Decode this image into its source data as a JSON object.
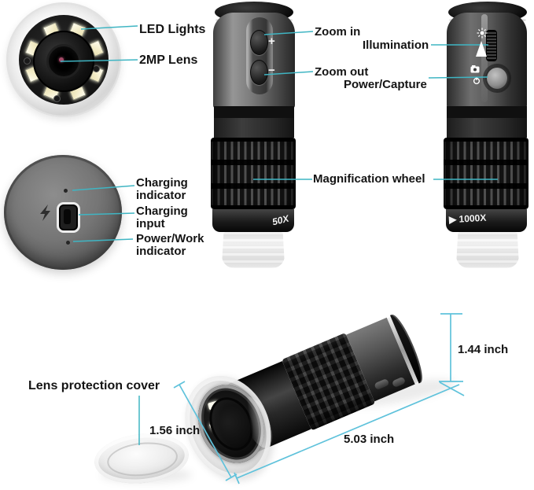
{
  "labels": {
    "led_lights": "LED Lights",
    "mp_lens": "2MP Lens",
    "zoom_in": "Zoom in",
    "zoom_out": "Zoom out",
    "illumination": "Illumination",
    "power_capture": "Power/Capture",
    "magnification_wheel": "Magnification wheel",
    "charging_indicator": "Charging indicator",
    "charging_input": "Charging input",
    "power_work_indicator": "Power/Work indicator",
    "lens_protection_cover": "Lens protection cover"
  },
  "measurements": {
    "lens_diameter": "1.56 inch",
    "body_length": "5.03 inch",
    "body_height": "1.44 inch"
  },
  "device_markings": {
    "front_magnification": "50X",
    "side_magnification": "▶ 1000X",
    "zoom_in_symbol": "+",
    "zoom_out_symbol": "−"
  },
  "icons": {
    "illumination_high": "sun",
    "illumination_ramp": "wedge-triangle",
    "capture": "camera",
    "power": "power-symbol",
    "charging": "lightning-bolt"
  },
  "colors": {
    "leader_line": "#3fb5c3",
    "dimension_line": "#5fc2db",
    "label_text": "#141414",
    "background": "#ffffff"
  }
}
